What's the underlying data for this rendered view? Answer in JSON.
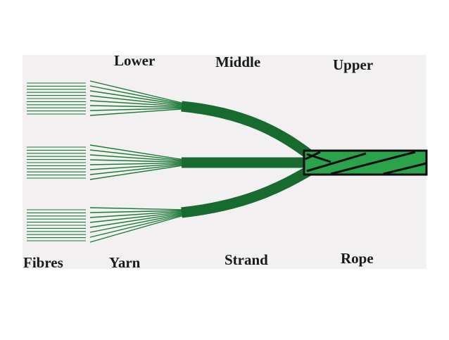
{
  "labels": {
    "top": {
      "lower": "Lower",
      "middle": "Middle",
      "upper": "Upper"
    },
    "bottom": {
      "fibres": "Fibres",
      "yarn": "Yarn",
      "strand": "Strand",
      "rope": "Rope"
    }
  },
  "colors": {
    "panel_background": "#f2f0f0",
    "fibre_green": "#1f7a3a",
    "strand_green": "#176b2e",
    "rope_fill": "#2aa34a",
    "rope_outline": "#0d0d0d"
  }
}
